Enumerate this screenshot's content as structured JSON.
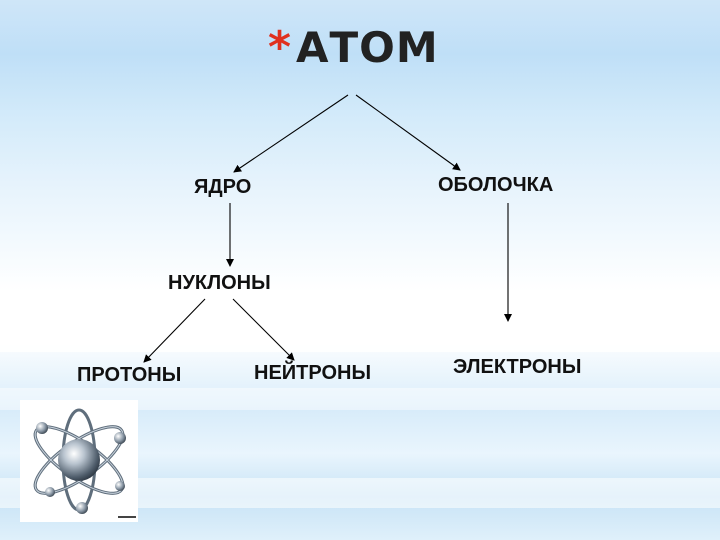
{
  "title": {
    "bullet": "*",
    "text": "АТОМ"
  },
  "nodes": {
    "nucleus": "ЯДРО",
    "shell": "ОБОЛОЧКА",
    "nucleons": "НУКЛОНЫ",
    "protons": "ПРОТОНЫ",
    "neutrons": "НЕЙТРОНЫ",
    "electrons": "ЭЛЕКТРОНЫ"
  },
  "edges": [
    {
      "from": "title",
      "to": "nucleus"
    },
    {
      "from": "title",
      "to": "shell"
    },
    {
      "from": "nucleus",
      "to": "nucleons"
    },
    {
      "from": "shell",
      "to": "electrons"
    },
    {
      "from": "nucleons",
      "to": "protons"
    },
    {
      "from": "nucleons",
      "to": "neutrons"
    }
  ],
  "colors": {
    "bullet": "#e0301e",
    "text": "#111111",
    "arrow": "#000000"
  },
  "image": {
    "icon": "atom-model-icon"
  }
}
